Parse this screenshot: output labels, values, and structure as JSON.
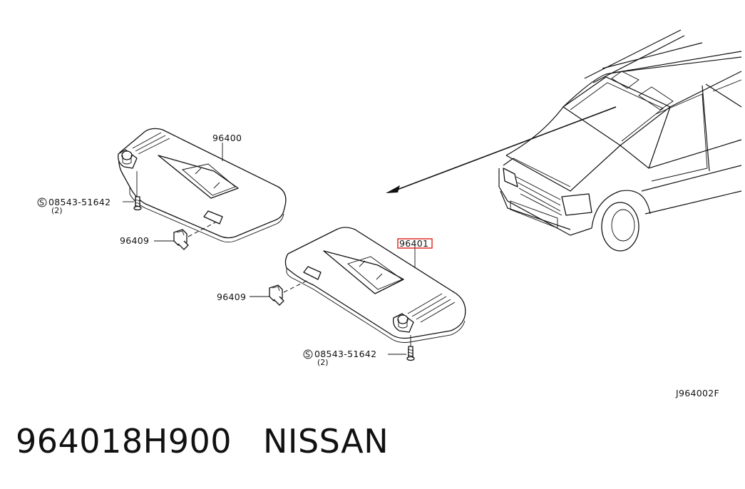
{
  "diagram": {
    "code": "J964002F",
    "labels": {
      "visor_left": "96400",
      "visor_right": "96401",
      "clip_upper": "96409",
      "clip_lower": "96409",
      "screw_upper": "08543-51642",
      "screw_upper_qty": "(2)",
      "screw_lower": "08543-51642",
      "screw_lower_qty": "(2)",
      "screw_symbol": "S"
    },
    "highlight_color": "#e0201a"
  },
  "caption": {
    "part_number": "964018H900",
    "brand": "NISSAN"
  }
}
